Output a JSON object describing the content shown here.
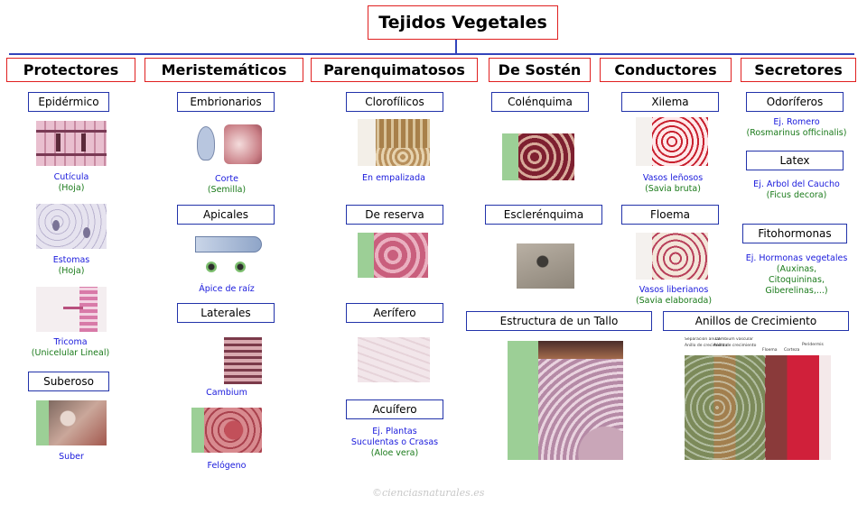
{
  "title": "Tejidos Vegetales",
  "footer": "©cienciasnaturales.es",
  "colors": {
    "box_border_main": "#e02020",
    "box_border_sub": "#2233aa",
    "caption_blue": "#1a1adc",
    "caption_green": "#1a7a1a",
    "connector": "#3344bb"
  },
  "categories": {
    "protectores": "Protectores",
    "meristematicos": "Meristemáticos",
    "parenquimatosos": "Parenquimatosos",
    "sosten": "De Sostén",
    "conductores": "Conductores",
    "secretores": "Secretores"
  },
  "subtypes": {
    "epidermico": "Epidérmico",
    "suberoso": "Suberoso",
    "embrionarios": "Embrionarios",
    "apicales": "Apicales",
    "laterales": "Laterales",
    "clorofilicos": "Clorofílicos",
    "de_reserva": "De reserva",
    "aerifero": "Aerífero",
    "acuifero": "Acuífero",
    "colenquima": "Colénquima",
    "esclerenquima": "Esclerénquima",
    "xilema": "Xilema",
    "floema": "Floema",
    "odoriferos": "Odoríferos",
    "latex": "Latex",
    "fitohormonas": "Fitohormonas",
    "estructura_tallo": "Estructura de un Tallo",
    "anillos": "Anillos de Crecimiento"
  },
  "captions": {
    "cuticula": [
      "Cutícula",
      "(Hoja)"
    ],
    "estomas": [
      "Estomas",
      "(Hoja)"
    ],
    "tricoma": [
      "Tricoma",
      "(Unicelular Lineal)"
    ],
    "suber": [
      "Suber"
    ],
    "corte": [
      "Corte",
      "(Semilla)"
    ],
    "apice": [
      "Ápice de raíz"
    ],
    "cambium": [
      "Cambium"
    ],
    "felogeno": [
      "Felógeno"
    ],
    "empalizada": [
      "En empalizada"
    ],
    "acuifero_ej": [
      "Ej. Plantas",
      "Suculentas o Crasas",
      "(Aloe vera)"
    ],
    "vasos_lenosos": [
      "Vasos leñosos",
      "(Savia bruta)"
    ],
    "vasos_liberianos": [
      "Vasos liberianos",
      "(Savia elaborada)"
    ],
    "romero": [
      "Ej. Romero",
      "(Rosmarinus officinalis)"
    ],
    "caucho": [
      "Ej. Arbol del Caucho",
      "(Ficus decora)"
    ],
    "hormonas": [
      "Ej. Hormonas vegetales",
      "(Auxinas,",
      "Citoquininas,",
      "Giberelinas,...)"
    ]
  },
  "image_labels": {
    "anillos": [
      "Separación anual",
      "Cambium vascular",
      "Anillo de crecimiento",
      "Anillo de crecimiento",
      "Floema",
      "Corteza",
      "Peridermis"
    ]
  }
}
